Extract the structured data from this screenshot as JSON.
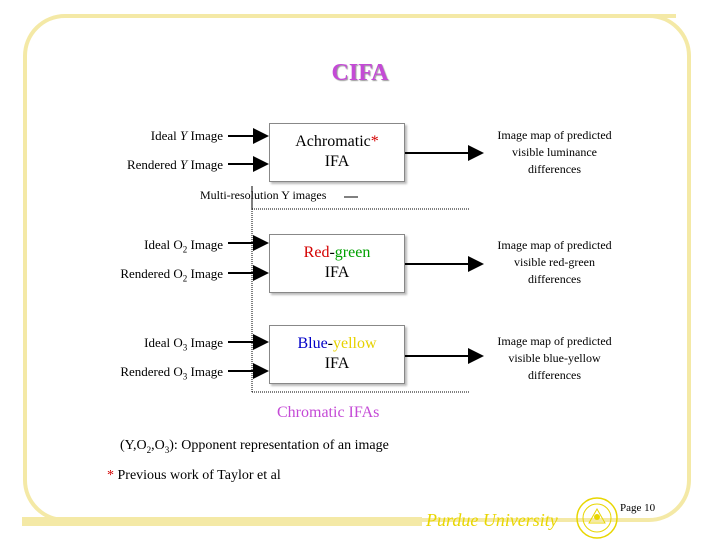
{
  "title": "CIFA",
  "rows": [
    {
      "input_ideal": "Ideal Y Image",
      "input_rendered": "Rendered Y Image",
      "box_line1_a": "Achromatic",
      "box_line1_b": "*",
      "box_line2": "IFA",
      "output": [
        "Image map of predicted",
        "visible luminance",
        "differences"
      ]
    },
    {
      "input_ideal_pre": "Ideal O",
      "input_ideal_sub": "2",
      "input_ideal_post": " Image",
      "input_rendered_pre": "Rendered O",
      "input_rendered_sub": "2",
      "input_rendered_post": " Image",
      "box_line1_a": "Red",
      "box_line1_b": "-",
      "box_line1_c": "green",
      "box_line2": "IFA",
      "output": [
        "Image map of predicted",
        "visible red-green",
        "differences"
      ]
    },
    {
      "input_ideal_pre": "Ideal O",
      "input_ideal_sub": "3",
      "input_ideal_post": " Image",
      "input_rendered_pre": "Rendered O",
      "input_rendered_sub": "3",
      "input_rendered_post": " Image",
      "box_line1_a": "Blue",
      "box_line1_b": "-",
      "box_line1_c": "yellow",
      "box_line2": "IFA",
      "output": [
        "Image map of predicted",
        "visible blue-yellow",
        "differences"
      ]
    }
  ],
  "multires_caption": "Multi-resolution Y images",
  "chromatic_label": "Chromatic IFAs",
  "opponent_note": {
    "pre": "(Y,O",
    "sub1": "2",
    "mid": ",O",
    "sub2": "3",
    "post": "): Opponent representation of an image"
  },
  "prev_work": {
    "star": "*",
    "text": " Previous work of Taylor et al"
  },
  "footer": {
    "institution": "Purdue University",
    "page": "Page 10"
  },
  "colors": {
    "frame": "#f4e9a6",
    "accent": "#c44ad6",
    "red": "#d40000",
    "green": "#00a000",
    "blue": "#0000c8",
    "yellow": "#e6d200",
    "purdue_gold": "#e8d600"
  }
}
